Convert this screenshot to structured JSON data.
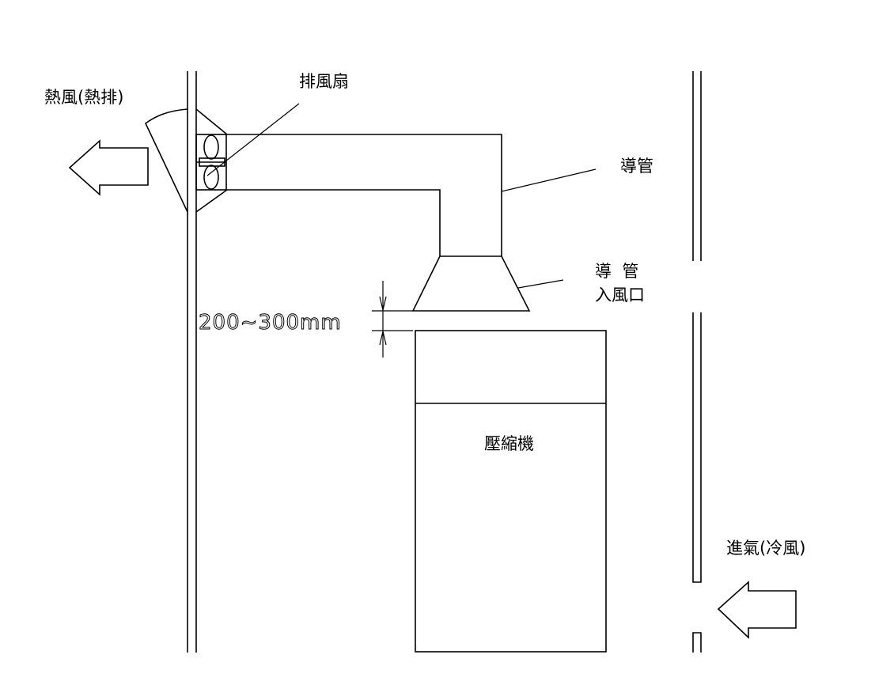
{
  "labels": {
    "hot_air": "熱風(熱排)",
    "exhaust_fan": "排風扇",
    "duct": "導管",
    "duct_inlet_line1": "導  管",
    "duct_inlet_line2": "入風口",
    "gap_dimension": "200~300mm",
    "compressor": "壓縮機",
    "intake_air": "進氣(冷風)"
  },
  "colors": {
    "line": "#000000",
    "background": "#ffffff"
  }
}
